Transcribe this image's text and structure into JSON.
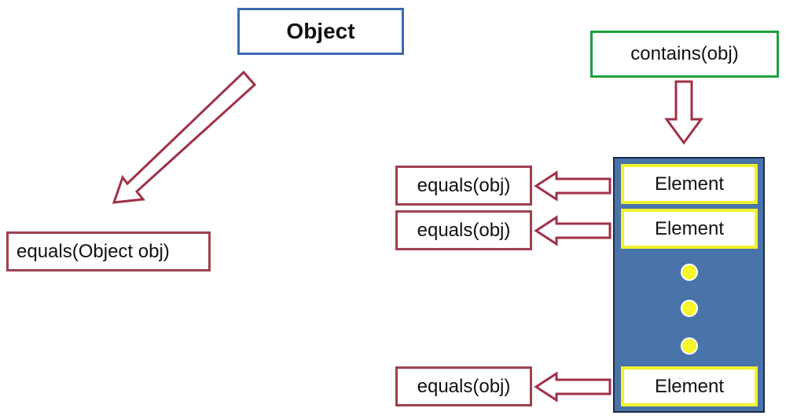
{
  "object_box": {
    "label": "Object",
    "border_color": "#3a6ab0"
  },
  "equals_object_box": {
    "label": "equals(Object obj)",
    "border_color": "#a04050"
  },
  "contains_box": {
    "label": "contains(obj)",
    "border_color": "#1aa040"
  },
  "equals_boxes": [
    {
      "label": "equals(obj)"
    },
    {
      "label": "equals(obj)"
    },
    {
      "label": "equals(obj)"
    }
  ],
  "elements": [
    {
      "label": "Element"
    },
    {
      "label": "Element"
    },
    {
      "label": "Element"
    }
  ],
  "colors": {
    "arrow_stroke": "#a03048",
    "panel_fill": "#4a73aa",
    "element_border": "#f2f22e",
    "dot_fill": "#f5f52a"
  }
}
